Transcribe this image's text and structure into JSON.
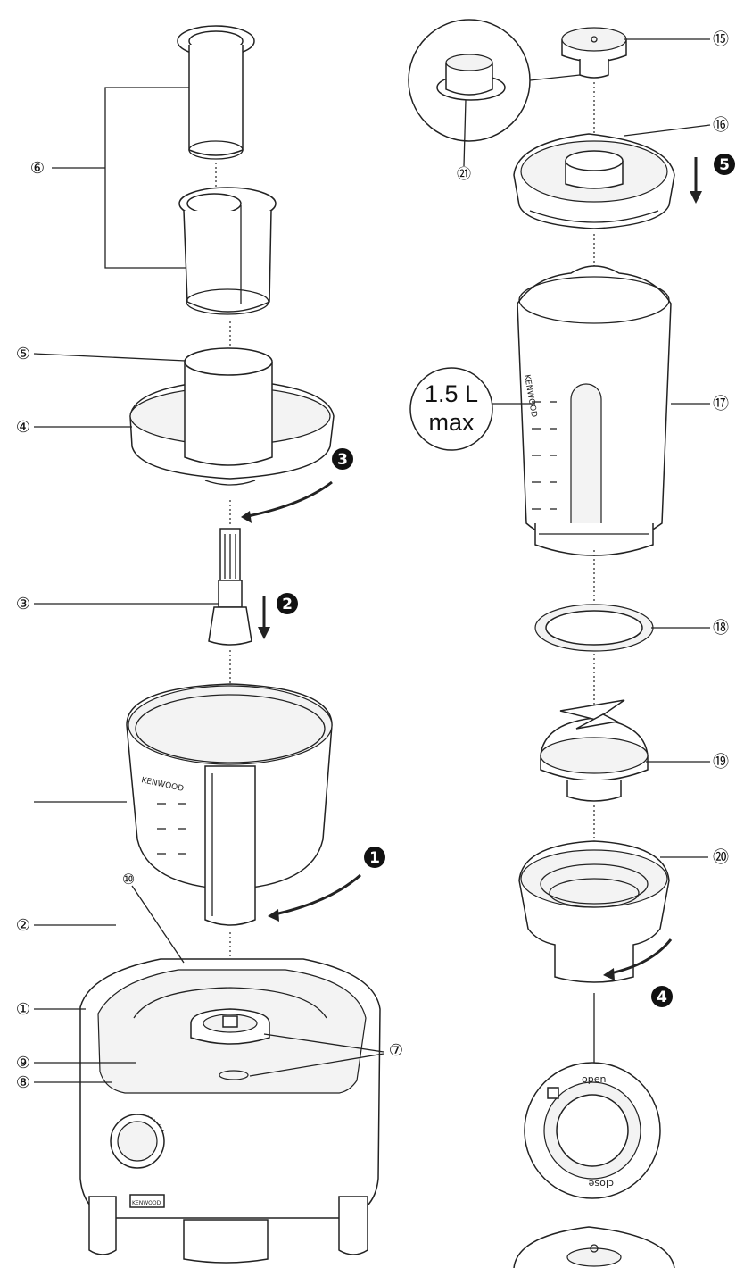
{
  "parts": {
    "p1": "①",
    "p2": "②",
    "p3": "③",
    "p4": "④",
    "p5": "⑤",
    "p6": "⑥",
    "p7": "⑦",
    "p8": "⑧",
    "p9": "⑨",
    "p10": "⑩",
    "p15": "⑮",
    "p16": "⑯",
    "p17": "⑰",
    "p18": "⑱",
    "p19": "⑲",
    "p20": "⑳",
    "p21": "㉑"
  },
  "steps": {
    "s1": "1",
    "s2": "2",
    "s3": "3",
    "s4": "4",
    "s5": "5"
  },
  "capacity": {
    "line1": "1.5 L",
    "line2": "max"
  },
  "printed": {
    "brand": "KENWOOD",
    "open": "open",
    "close": "close"
  }
}
